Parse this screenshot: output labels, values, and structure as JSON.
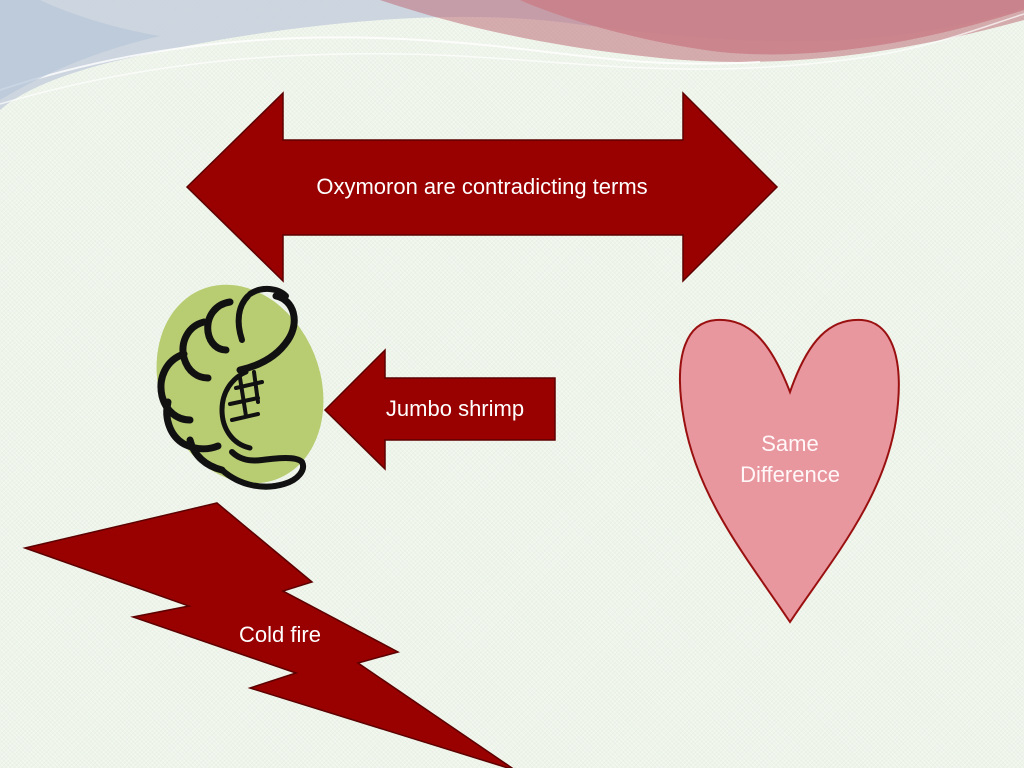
{
  "slide": {
    "double_arrow_text": "Oxymoron are contradicting terms",
    "left_arrow_text": "Jumbo shrimp",
    "heart_text_line1": "Same",
    "heart_text_line2": "Difference",
    "bolt_text": "Cold fire"
  },
  "colors": {
    "arrow_fill": "#990000",
    "arrow_stroke": "#5c0000",
    "heart_fill": "#e8979f",
    "heart_stroke": "#9a1010",
    "shrimp_blob": "#b8cc72",
    "background": "#eef4ea"
  },
  "icons": {
    "shrimp": "shrimp-clipart-icon"
  }
}
